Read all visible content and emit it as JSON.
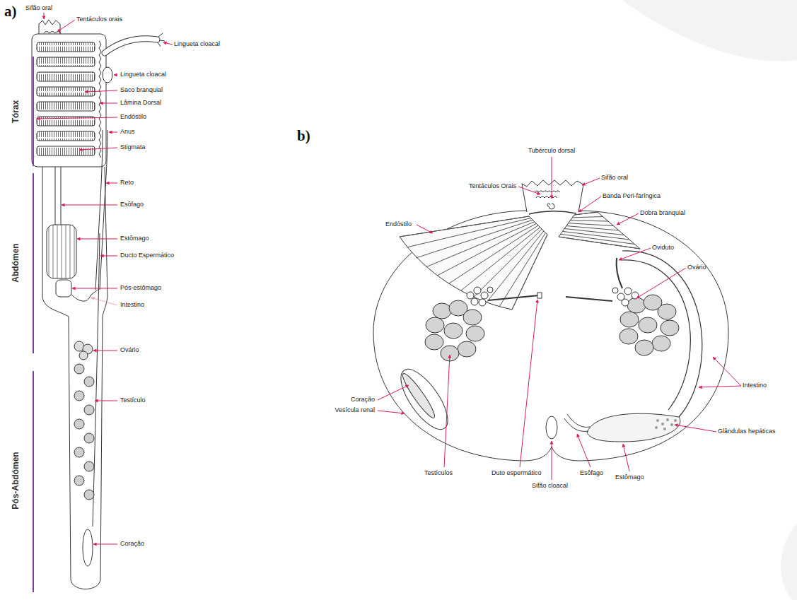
{
  "diagram": {
    "labels": [
      "a)",
      "Sifão oral",
      "Tentáculos orais",
      "Lingueta cloacal",
      "Lingueta cloacal",
      "Saco branquial",
      "Lâmina Dorsal",
      "Endóstilo",
      "Anus",
      "Stigmata",
      "Reto",
      "Esôfago",
      "Estômago",
      "Ducto Espermático",
      "Pós-estômago",
      "Intestino",
      "Ovário",
      "Testículo",
      "Coração",
      "Tórax",
      "Abdómen",
      "Pós-Abdómen",
      "b)",
      "Tubérculo dorsal",
      "Tentáculos Orais",
      "Sifão oral",
      "Banda Peri-faríngica",
      "Dobra branquial",
      "Endóstilo",
      "Oviduto",
      "Ovário",
      "Coração",
      "Vesícula renal",
      "Intestino",
      "Glândulas hepáticas",
      "Testículos",
      "Duto espermático",
      "Sifão cloacal",
      "Esôfago",
      "Estômago"
    ]
  }
}
